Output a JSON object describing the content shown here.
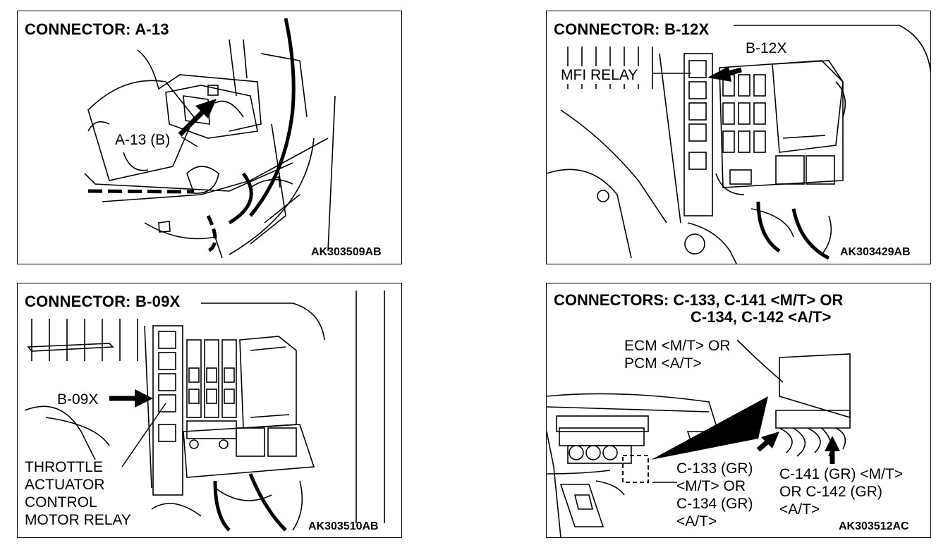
{
  "panels": [
    {
      "title": "CONNECTOR: A-13",
      "code": "AK303509AB",
      "callouts": [
        "A-13 (B)"
      ]
    },
    {
      "title": "CONNECTOR: B-12X",
      "code": "AK303429AB",
      "callouts": [
        "B-12X",
        "MFI RELAY"
      ]
    },
    {
      "title": "CONNECTOR: B-09X",
      "code": "AK303510AB",
      "callouts": [
        "B-09X"
      ],
      "relay_label": [
        "THROTTLE",
        "ACTUATOR",
        "CONTROL",
        "MOTOR RELAY"
      ]
    },
    {
      "title_line1": "CONNECTORS: C-133, C-141 <M/T> OR",
      "title_line2": "C-134, C-142 <A/T>",
      "code": "AK303512AC",
      "ecm_label": [
        "ECM <M/T> OR",
        "PCM <A/T>"
      ],
      "left_label": [
        "C-133 (GR)",
        "<M/T> OR",
        "C-134 (GR)",
        "<A/T>"
      ],
      "right_label": [
        "C-141 (GR) <M/T>",
        "OR C-142 (GR)",
        "<A/T>"
      ]
    }
  ]
}
